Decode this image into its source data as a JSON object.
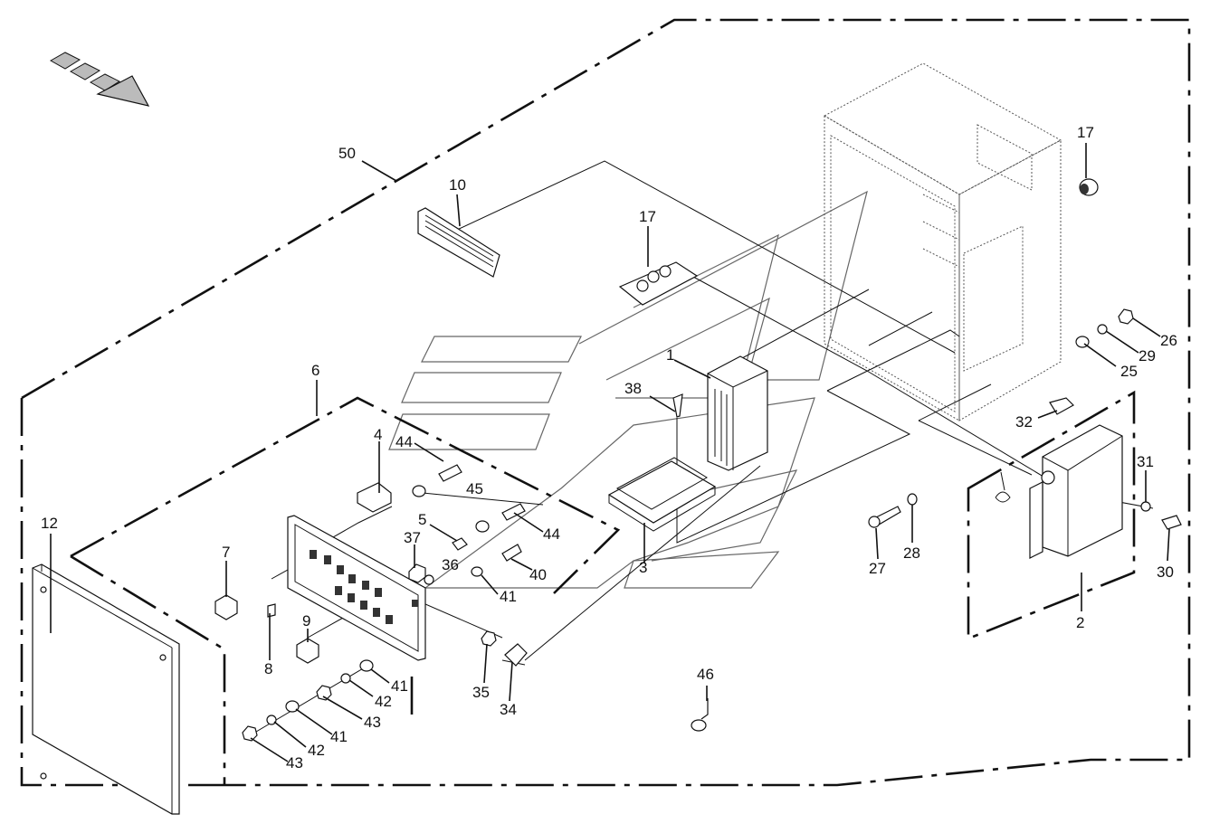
{
  "diagram": {
    "labels": [
      {
        "id": "50",
        "text": "50"
      },
      {
        "id": "10",
        "text": "10"
      },
      {
        "id": "17a",
        "text": "17"
      },
      {
        "id": "17b",
        "text": "17"
      },
      {
        "id": "6",
        "text": "6"
      },
      {
        "id": "1",
        "text": "1"
      },
      {
        "id": "38",
        "text": "38"
      },
      {
        "id": "26",
        "text": "26"
      },
      {
        "id": "29",
        "text": "29"
      },
      {
        "id": "25",
        "text": "25"
      },
      {
        "id": "32",
        "text": "32"
      },
      {
        "id": "4",
        "text": "4"
      },
      {
        "id": "44a",
        "text": "44"
      },
      {
        "id": "45",
        "text": "45"
      },
      {
        "id": "44b",
        "text": "44"
      },
      {
        "id": "5",
        "text": "5"
      },
      {
        "id": "37",
        "text": "37"
      },
      {
        "id": "36",
        "text": "36"
      },
      {
        "id": "40",
        "text": "40"
      },
      {
        "id": "41a",
        "text": "41"
      },
      {
        "id": "3",
        "text": "3"
      },
      {
        "id": "12",
        "text": "12"
      },
      {
        "id": "7",
        "text": "7"
      },
      {
        "id": "8",
        "text": "8"
      },
      {
        "id": "9",
        "text": "9"
      },
      {
        "id": "35",
        "text": "35"
      },
      {
        "id": "34",
        "text": "34"
      },
      {
        "id": "41b",
        "text": "41"
      },
      {
        "id": "42a",
        "text": "42"
      },
      {
        "id": "43a",
        "text": "43"
      },
      {
        "id": "41c",
        "text": "41"
      },
      {
        "id": "42b",
        "text": "42"
      },
      {
        "id": "43b",
        "text": "43"
      },
      {
        "id": "27",
        "text": "27"
      },
      {
        "id": "28",
        "text": "28"
      },
      {
        "id": "31",
        "text": "31"
      },
      {
        "id": "30",
        "text": "30"
      },
      {
        "id": "2",
        "text": "2"
      },
      {
        "id": "46",
        "text": "46"
      }
    ]
  }
}
